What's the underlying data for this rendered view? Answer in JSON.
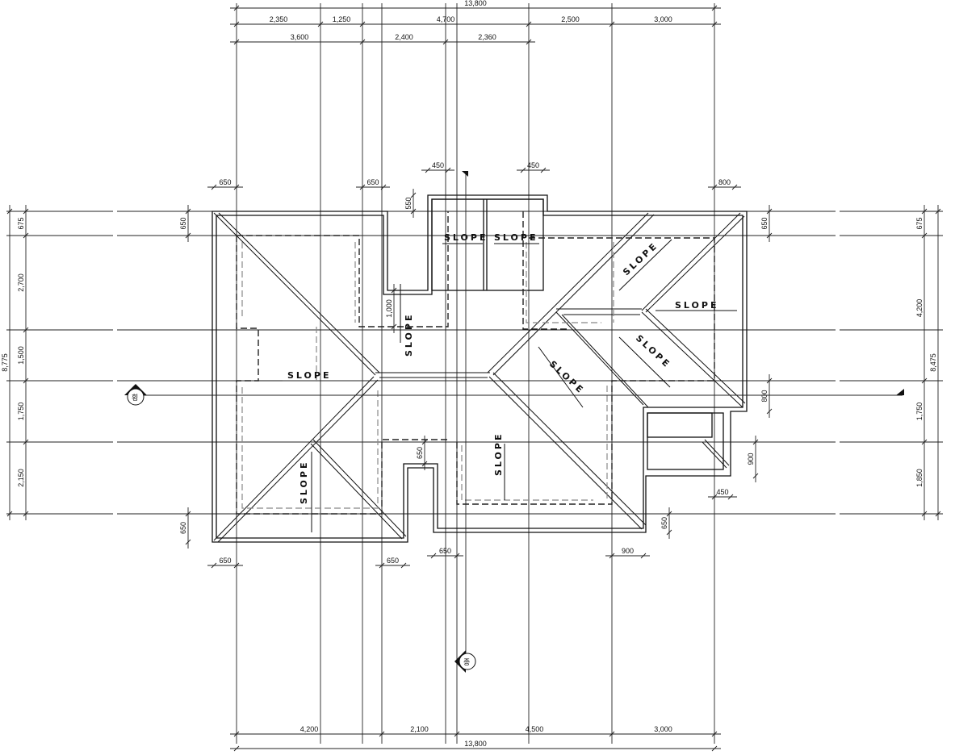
{
  "dimensions": {
    "top_total": "13,800",
    "top_row1": [
      "2,350",
      "1,250",
      "4,700",
      "2,500",
      "3,000"
    ],
    "top_row2": [
      "3,600",
      "2,400",
      "2,360"
    ],
    "bottom_row": [
      "4,200",
      "2,100",
      "4,500",
      "3,000"
    ],
    "bottom_total": "13,800",
    "left_total": "8,775",
    "left_row": [
      "675",
      "2,700",
      "1,500",
      "1,750",
      "2,150"
    ],
    "right_total": "8,475",
    "right_row": [
      "675",
      "4,200",
      "1,750",
      "1,850"
    ],
    "local": [
      "650",
      "650",
      "450",
      "450",
      "550",
      "800",
      "650",
      "650",
      "1,000",
      "800",
      "900",
      "450",
      "650",
      "650",
      "650",
      "650",
      "650",
      "650",
      "900"
    ]
  },
  "slope_label": "SLOPE",
  "section_markers": {
    "transverse": "횡",
    "longitudinal": "종"
  }
}
